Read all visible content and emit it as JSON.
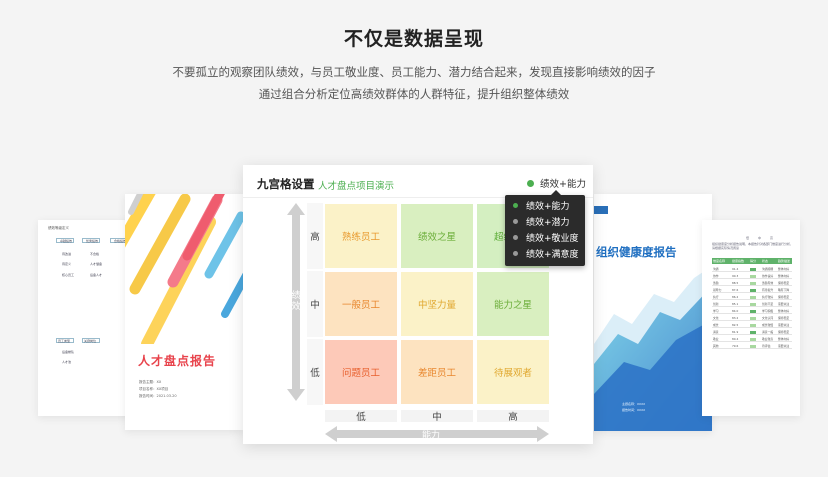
{
  "hero": {
    "title": "不仅是数据呈现",
    "desc_line1": "不要孤立的观察团队绩效，与员工敬业度、员工能力、潜力结合起来，发现直接影响绩效的因子",
    "desc_line2": "通过组合分析定位高绩效群体的人群特征，提升组织整体绩效"
  },
  "card": {
    "title": "九宫格设置",
    "subtitle": "人才盘点项目演示",
    "selected": "绩效+能力",
    "options": [
      "绩效+能力",
      "绩效+潜力",
      "绩效+敬业度",
      "绩效+满意度"
    ],
    "y_axis_label": "绩\n效",
    "x_axis_label": "能力",
    "row_labels": [
      "高",
      "中",
      "低"
    ],
    "col_labels": [
      "低",
      "中",
      "高"
    ],
    "cells": [
      [
        "熟练员工",
        "绩效之星",
        "超级明星"
      ],
      [
        "一般员工",
        "中坚力量",
        "能力之星"
      ],
      [
        "问题员工",
        "差距员工",
        "待展观者"
      ]
    ],
    "colors": {
      "accent": "#4caf50",
      "cell_grid": [
        [
          "#fbf2c8",
          "#d9efc0",
          "#d4efc1"
        ],
        [
          "#fde3c0",
          "#fbf2c8",
          "#d9efc0"
        ],
        [
          "#fdc9b8",
          "#fde3c0",
          "#fbf2c8"
        ]
      ],
      "cell_text": [
        [
          "#e89a2e",
          "#6cae3a",
          "#5fae3a"
        ],
        [
          "#e8872e",
          "#e0a830",
          "#6cae3a"
        ],
        [
          "#e8602e",
          "#e8872e",
          "#e0a830"
        ]
      ]
    }
  },
  "cover_report": {
    "title": "人才盘点报告",
    "meta": [
      "报告主题：XX",
      "项目名称：XX项目",
      "报告时间：2021.03.20"
    ]
  },
  "health_report": {
    "title": "组织健康度报告",
    "meta": [
      "主题名称：XXXX",
      "报告时间：XXXX"
    ]
  },
  "left_doc": {
    "title": "绩效等级定义",
    "items": [
      "卓越绩效",
      "优秀绩效",
      "合格绩效",
      "待改进",
      "不合格",
      "待定义",
      "人才储备",
      "核心员工",
      "后备人才",
      "员工类型",
      "关键岗位",
      "后备梯队",
      "人才池"
    ]
  },
  "right_doc": {
    "header_text": "组织健康度分析报告说明，本报告针对各部门维度进行分析，请根据实际情况阅读",
    "legend": [
      "低",
      "中",
      "高"
    ],
    "columns": [
      "维度名称",
      "健康指数",
      "得分",
      "状态",
      "趋势描述"
    ],
    "rows": [
      [
        "沟通",
        "91.4",
        "",
        "沟通顺畅",
        "整体向好"
      ],
      [
        "协作",
        "90.3",
        "",
        "协作良好",
        "整体向好"
      ],
      [
        "激励",
        "88.5",
        "",
        "激励有效",
        "保持稳定"
      ],
      [
        "领导力",
        "87.6",
        "",
        "有待提升",
        "略有下降"
      ],
      [
        "执行",
        "86.2",
        "",
        "执行较好",
        "保持稳定"
      ],
      [
        "创新",
        "85.1",
        "",
        "创新不足",
        "需要关注"
      ],
      [
        "学习",
        "84.0",
        "",
        "学习积极",
        "整体向好"
      ],
      [
        "文化",
        "83.2",
        "",
        "文化认同",
        "保持稳定"
      ],
      [
        "成长",
        "82.5",
        "",
        "成长较慢",
        "需要关注"
      ],
      [
        "满意",
        "81.9",
        "",
        "满意一般",
        "保持稳定"
      ],
      [
        "敬业",
        "80.4",
        "",
        "敬业较高",
        "整体向好"
      ],
      [
        "其他",
        "79.6",
        "",
        "待评估",
        "需要关注"
      ]
    ]
  }
}
